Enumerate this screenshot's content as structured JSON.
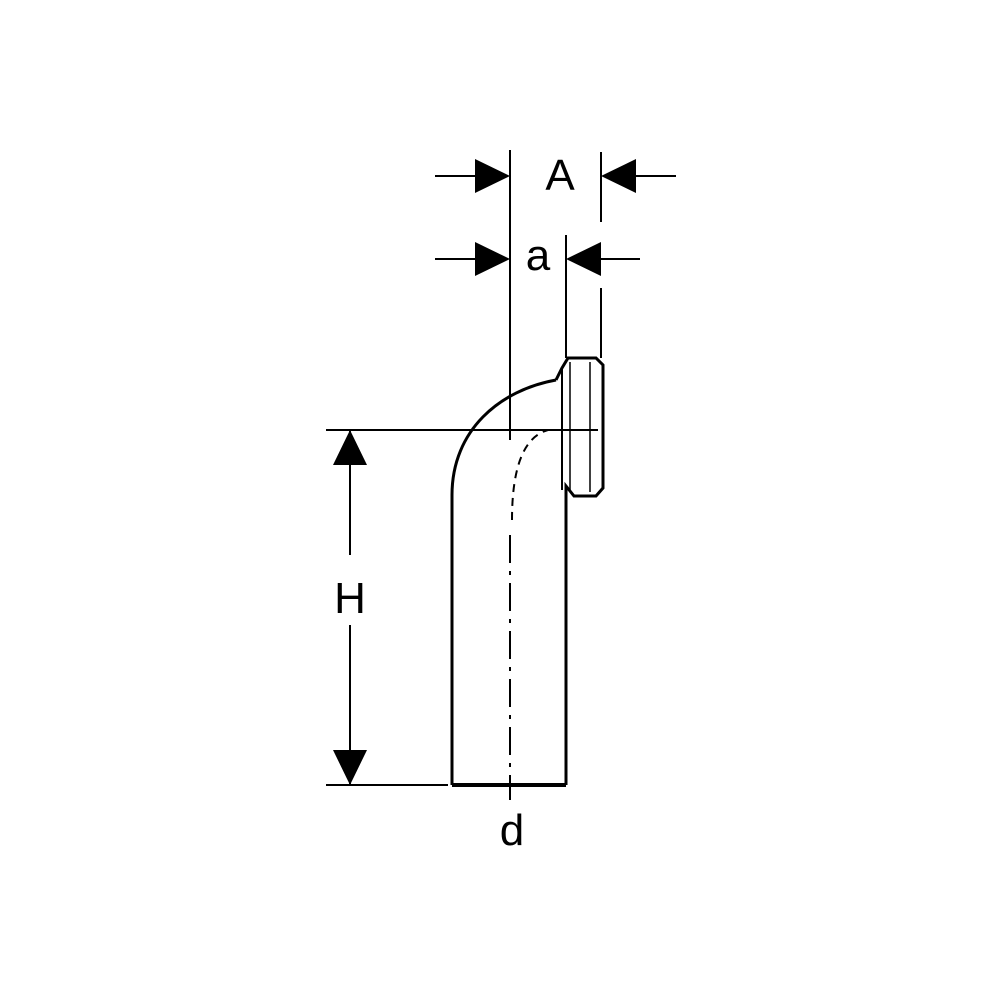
{
  "diagram": {
    "labels": {
      "A": "A",
      "a": "a",
      "H": "H",
      "d": "d"
    },
    "colors": {
      "line": "#000000",
      "background": "#ffffff"
    }
  }
}
